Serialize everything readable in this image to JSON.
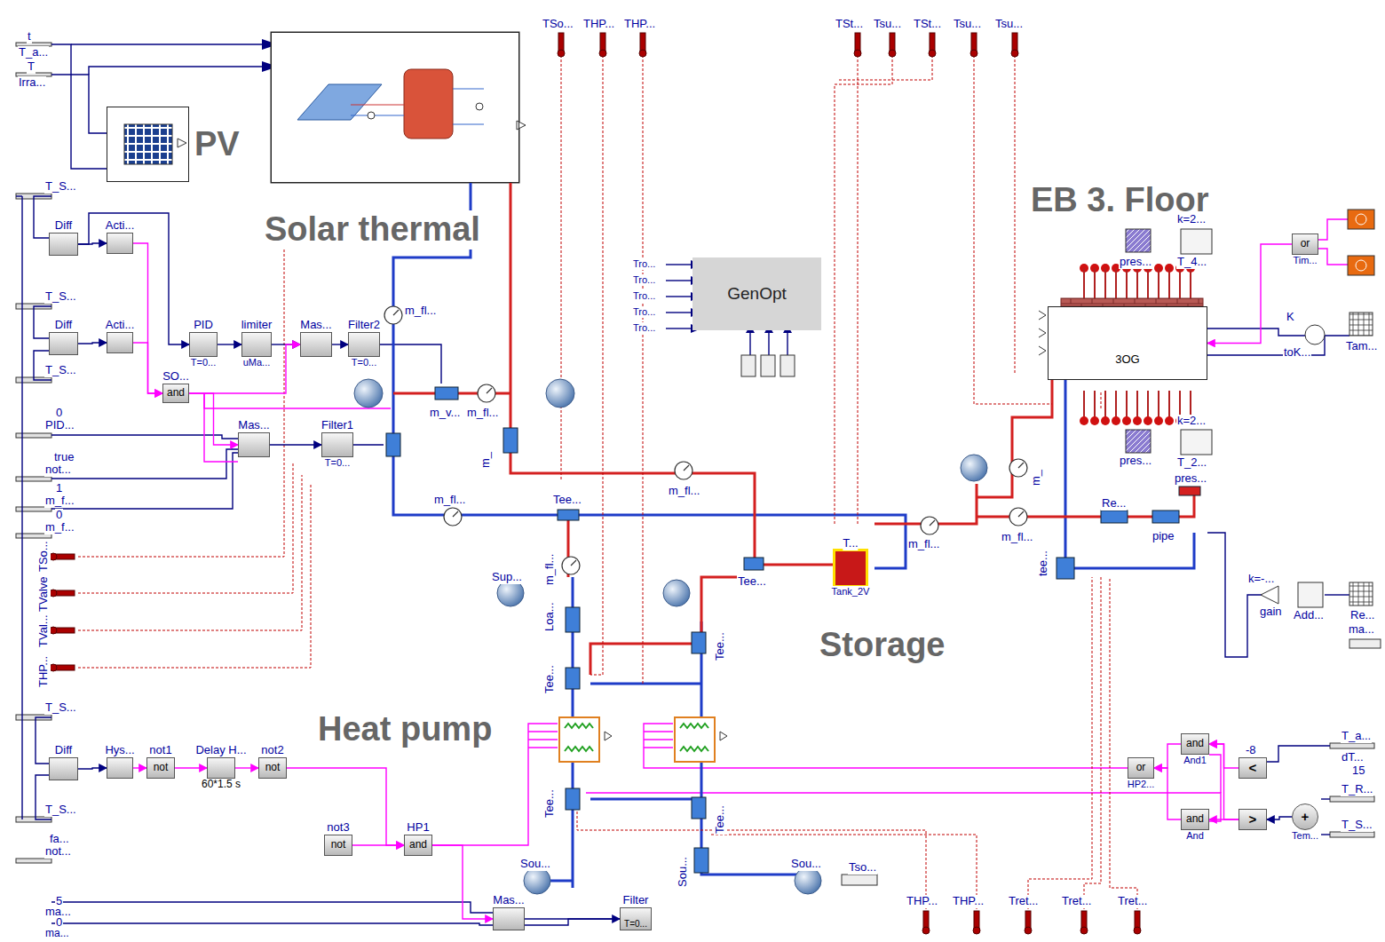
{
  "diagram": {
    "nodes": [
      {
        "text": [
          "PV"
        ]
      },
      {
        "text": [
          "Solar thermal"
        ]
      },
      {
        "text": [
          "GenOpt"
        ]
      },
      {
        "text": [
          "EB 3. Floor",
          "3OG"
        ]
      },
      {
        "text": [
          "Diff"
        ]
      },
      {
        "text": [
          "Acti..."
        ]
      },
      {
        "text": [
          "Diff"
        ]
      },
      {
        "text": [
          "Acti..."
        ]
      },
      {
        "text": [
          "PID",
          "T=0..."
        ]
      },
      {
        "text": [
          "limiter",
          "uMa..."
        ]
      },
      {
        "text": [
          "Mas..."
        ]
      },
      {
        "text": [
          "Filter2",
          "T=0..."
        ]
      },
      {
        "text": [
          "SO...",
          "and"
        ]
      },
      {
        "text": [
          "Mas..."
        ]
      },
      {
        "text": [
          "Filter1",
          "T=0..."
        ]
      },
      {
        "text": [
          "Diff"
        ]
      },
      {
        "text": [
          "Hys..."
        ]
      },
      {
        "text": [
          "not1",
          "not"
        ]
      },
      {
        "text": [
          "Delay H...",
          "60*1.5 s"
        ]
      },
      {
        "text": [
          "not2",
          "not"
        ]
      },
      {
        "text": [
          "not3",
          "not"
        ]
      },
      {
        "text": [
          "HP1",
          "and"
        ]
      },
      {
        "text": [
          "Mas..."
        ]
      },
      {
        "text": [
          "Filter",
          "T=0..."
        ]
      },
      {
        "text": [
          "T...",
          "Tank_2V"
        ]
      },
      {
        "text": [
          "or",
          "HP2..."
        ]
      },
      {
        "text": [
          "and",
          "And1"
        ]
      },
      {
        "text": [
          "and",
          "And"
        ]
      },
      {
        "text": [
          "<"
        ]
      },
      {
        "text": [
          ">"
        ]
      },
      {
        "text": [
          "+",
          "Tem..."
        ]
      },
      {
        "text": [
          "or",
          "Tim..."
        ]
      }
    ],
    "edges": [
      {
        "from": 4,
        "to": 5,
        "arrow": "to"
      },
      {
        "from": 4,
        "to": 8,
        "arrow": "to"
      },
      {
        "from": 6,
        "to": 7,
        "arrow": "to"
      },
      {
        "from": 5,
        "to": 12,
        "arrow": "to"
      },
      {
        "from": 7,
        "to": 12,
        "arrow": "to"
      },
      {
        "from": 8,
        "to": 9,
        "arrow": "to"
      },
      {
        "from": 9,
        "to": 10,
        "arrow": "to"
      },
      {
        "from": 10,
        "to": 11,
        "arrow": "to"
      },
      {
        "from": 12,
        "to": 10,
        "arrow": "to"
      },
      {
        "from": 12,
        "to": 13,
        "arrow": "to"
      },
      {
        "from": 13,
        "to": 14,
        "arrow": "to"
      },
      {
        "from": 15,
        "to": 16,
        "arrow": "to"
      },
      {
        "from": 16,
        "to": 17,
        "arrow": "to"
      },
      {
        "from": 17,
        "to": 18,
        "arrow": "to"
      },
      {
        "from": 18,
        "to": 19,
        "arrow": "to"
      },
      {
        "from": 19,
        "to": 21,
        "arrow": "to"
      },
      {
        "from": 20,
        "to": 21,
        "arrow": "to"
      },
      {
        "from": 21,
        "to": 22,
        "arrow": "to"
      },
      {
        "from": 22,
        "to": 23,
        "arrow": "to"
      },
      {
        "from": 26,
        "to": 25,
        "arrow": "to"
      },
      {
        "from": 27,
        "to": 25,
        "arrow": "to"
      },
      {
        "from": 28,
        "to": 26,
        "arrow": "to"
      },
      {
        "from": 29,
        "to": 27,
        "arrow": "to"
      },
      {
        "from": 29,
        "to": 26,
        "arrow": "to"
      },
      {
        "from": 30,
        "to": 29,
        "arrow": "to"
      },
      {
        "from": 31,
        "to": 3,
        "arrow": "to"
      }
    ],
    "labels": [
      "t",
      "T_a...",
      "T",
      "Irra...",
      "T_S...",
      "T_S...",
      "T_S...",
      "0",
      "PID...",
      "true",
      "not...",
      "1",
      "m_f...",
      "0",
      "m_f...",
      "TSo...",
      "TValve",
      "TVal...",
      "THP...",
      "T_S...",
      "T_S...",
      "fa...",
      "not...",
      "5",
      "ma...",
      "0",
      "ma...",
      "TSo...",
      "THP...",
      "THP...",
      "TSt...",
      "Tsu...",
      "TSt...",
      "Tsu...",
      "Tsu...",
      "Heat pump",
      "Storage",
      "m_fl...",
      "m_v...",
      "m_fl...",
      "m_",
      "m_fl...",
      "m_fl...",
      "Tee...",
      "m_fl...",
      "Sup...",
      "Loa...",
      "Tee...",
      "Tee...",
      "Tee...",
      "Tee...",
      "Tee...",
      "Sou...",
      "Sou...",
      "Sou...",
      "Tso...",
      "m_fl...",
      "m_fl...",
      "m_",
      "Re...",
      "pipe",
      "pres...",
      "tee...",
      "k=2...",
      "pres...",
      "T_4...",
      "k=2...",
      "pres...",
      "T_2...",
      "K",
      "toK...",
      "Tam...",
      "k=-...",
      "gain",
      "Add...",
      "Re...",
      "ma...",
      "T_a...",
      "dT...",
      "15",
      "T_R...",
      "T_S...",
      "-8",
      "THP...",
      "THP...",
      "Tret...",
      "Tret...",
      "Tret...",
      "Tro...",
      "Tro...",
      "Tro...",
      "Tro...",
      "Tro..."
    ]
  }
}
